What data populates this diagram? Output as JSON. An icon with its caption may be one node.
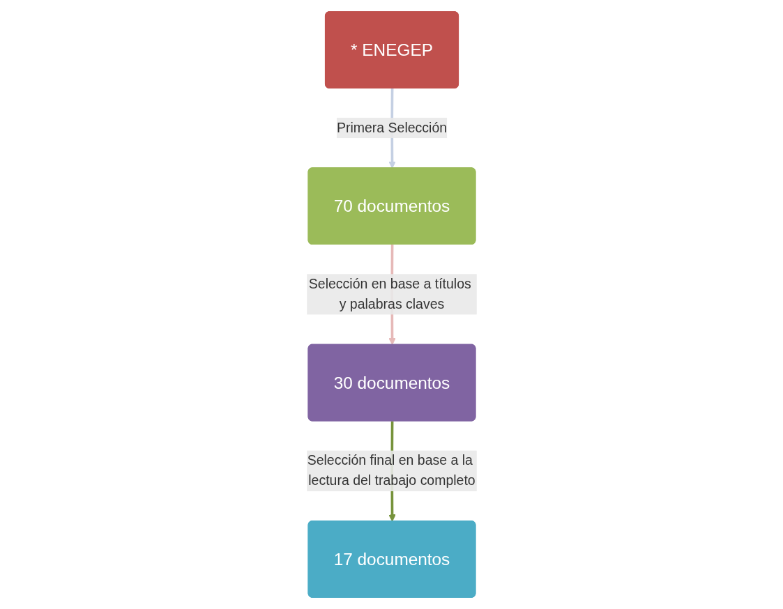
{
  "diagram": {
    "nodes": [
      {
        "text": [
          "* ENEGEP"
        ]
      },
      {
        "text": [
          "70 documentos"
        ]
      },
      {
        "text": [
          "30 documentos"
        ]
      },
      {
        "text": [
          "17 documentos"
        ]
      }
    ],
    "edges": [
      {
        "from": 0,
        "to": 1,
        "arrow": "to",
        "label": "Primera Selección",
        "color": "#c5d0e3"
      },
      {
        "from": 1,
        "to": 2,
        "arrow": "to",
        "label": "Selección en base a títulos y palabras claves",
        "color": "#e6b9b8"
      },
      {
        "from": 2,
        "to": 3,
        "arrow": "to",
        "label": "Selección final en base a la lectura del trabajo completo",
        "color": "#77933c"
      }
    ]
  }
}
